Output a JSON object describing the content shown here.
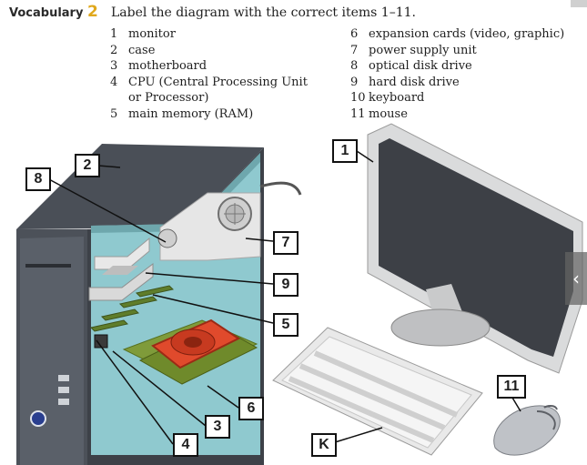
{
  "header": {
    "section": "Vocabulary",
    "exercise_number": "2",
    "instruction": "Label the diagram with the correct items 1–11."
  },
  "items_left": [
    {
      "num": "1",
      "text": "monitor"
    },
    {
      "num": "2",
      "text": "case"
    },
    {
      "num": "3",
      "text": "motherboard"
    },
    {
      "num": "4",
      "text": "CPU (Central Processing Unit"
    },
    {
      "num": "",
      "text": "or Processor)"
    },
    {
      "num": "5",
      "text": "main memory (RAM)"
    }
  ],
  "items_right": [
    {
      "num": "6",
      "text": "expansion cards (video, graphic)"
    },
    {
      "num": "7",
      "text": "power supply unit"
    },
    {
      "num": "8",
      "text": "optical disk drive"
    },
    {
      "num": "9",
      "text": "hard disk drive"
    },
    {
      "num": "10",
      "text": "keyboard"
    },
    {
      "num": "11",
      "text": "mouse"
    }
  ],
  "labels": {
    "l1": "1",
    "l2": "2",
    "l3": "3",
    "l4": "4",
    "l5": "5",
    "l6": "6",
    "l7": "7",
    "l8": "8",
    "l9": "9",
    "l11": "11",
    "lk": "K"
  },
  "colors": {
    "accent": "#e0a81c",
    "case_dark": "#3d4148",
    "interior": "#8fc9cf",
    "board": "#7f9b3a",
    "gpu_fan": "#e04a2c"
  }
}
